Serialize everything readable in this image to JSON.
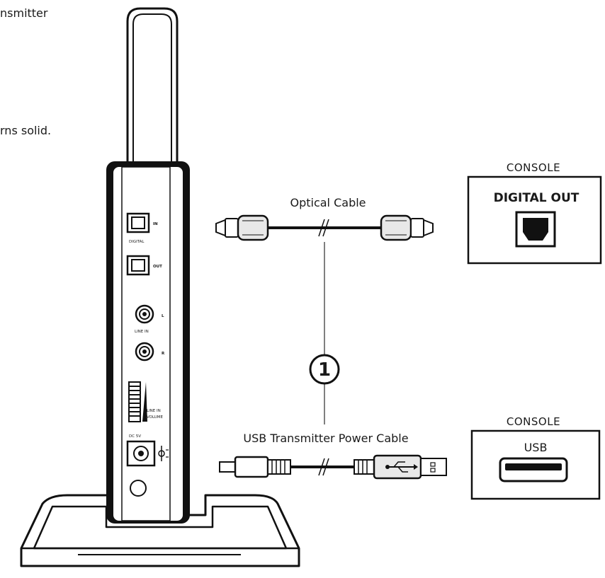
{
  "intro_text": {
    "line1": "nsmitter",
    "line2": "rns solid."
  },
  "transmitter": {
    "port_labels": {
      "in": "IN",
      "digital": "DIGITAL",
      "out": "OUT",
      "l": "L",
      "line_in": "LINE IN",
      "r": "R",
      "line_in_volume_1": "LINE IN",
      "line_in_volume_2": "VOLUME",
      "dc": "DC 5V"
    }
  },
  "optical_cable": {
    "label": "Optical Cable"
  },
  "usb_cable": {
    "label": "USB Transmitter Power Cable"
  },
  "step_marker": {
    "number": "1"
  },
  "console_digital": {
    "title": "CONSOLE",
    "port_label": "DIGITAL OUT"
  },
  "console_usb": {
    "title": "CONSOLE",
    "port_label": "USB"
  }
}
